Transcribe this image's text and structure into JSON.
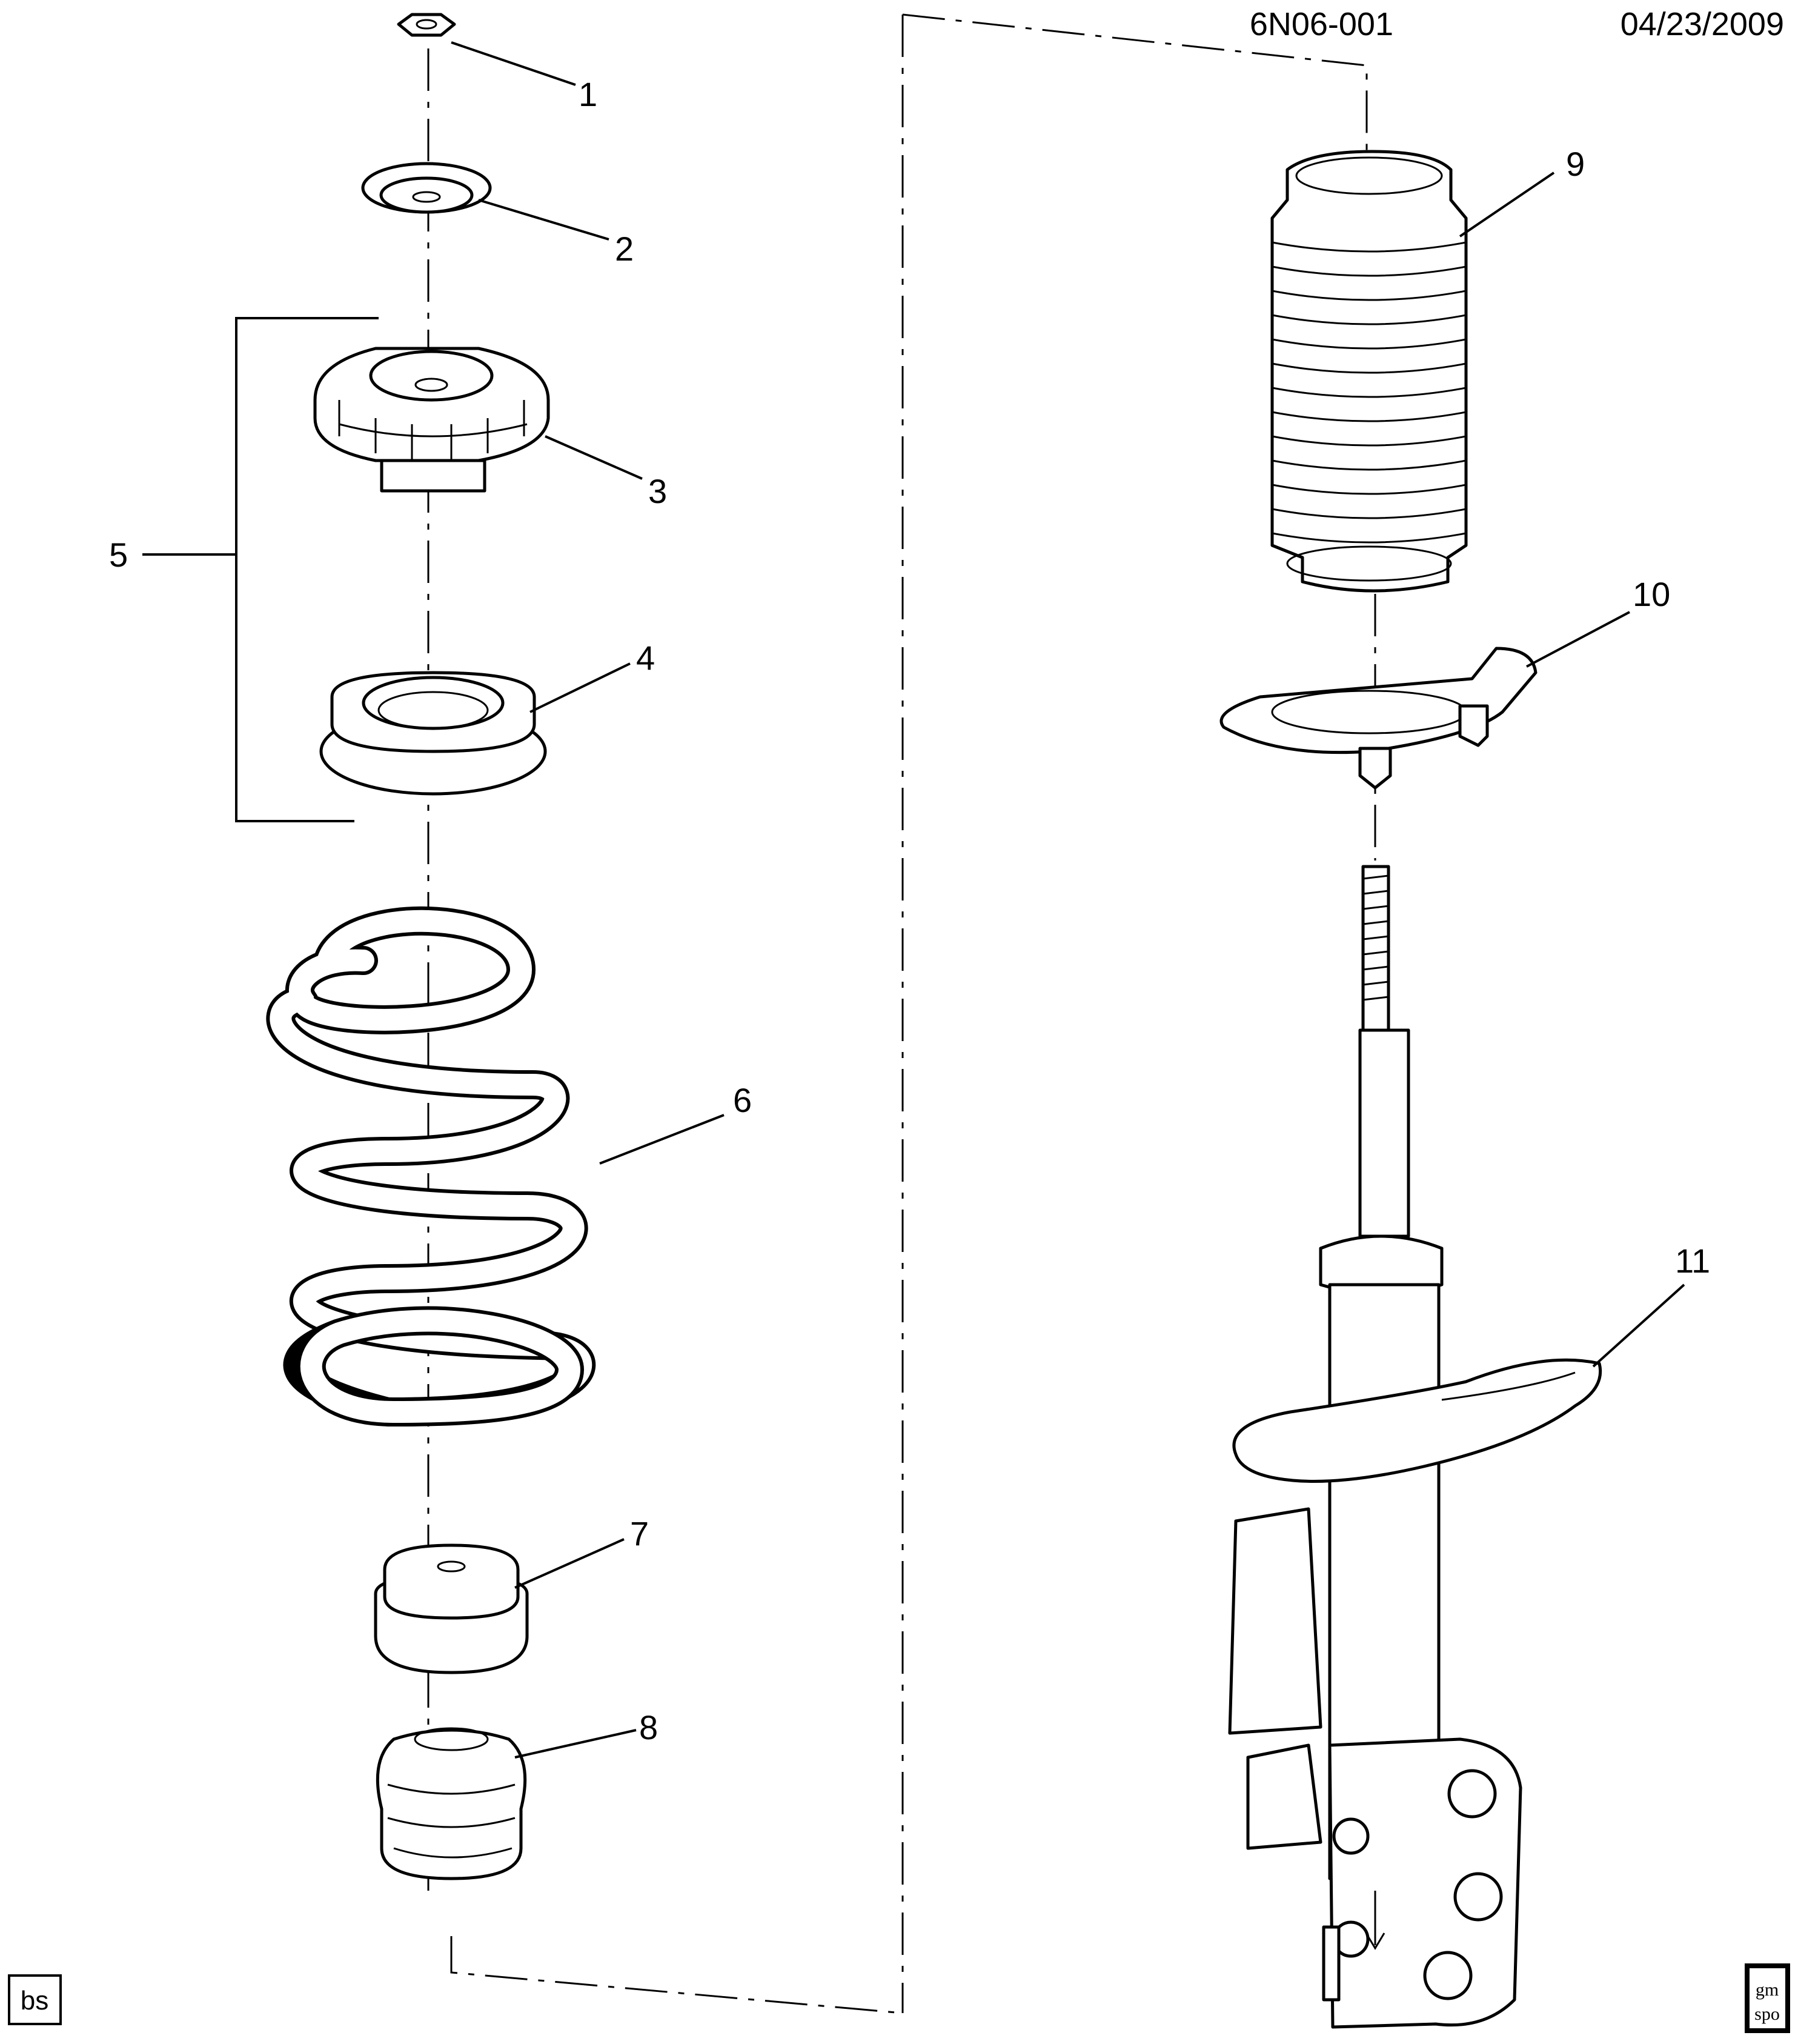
{
  "header": {
    "drawing_id": "6N06-001",
    "date": "04/23/2009"
  },
  "callouts": [
    "1",
    "2",
    "3",
    "4",
    "5",
    "6",
    "7",
    "8",
    "9",
    "10",
    "11"
  ],
  "footer": {
    "initials_badge": "bs",
    "logo_line1": "gm",
    "logo_line2": "spo"
  }
}
